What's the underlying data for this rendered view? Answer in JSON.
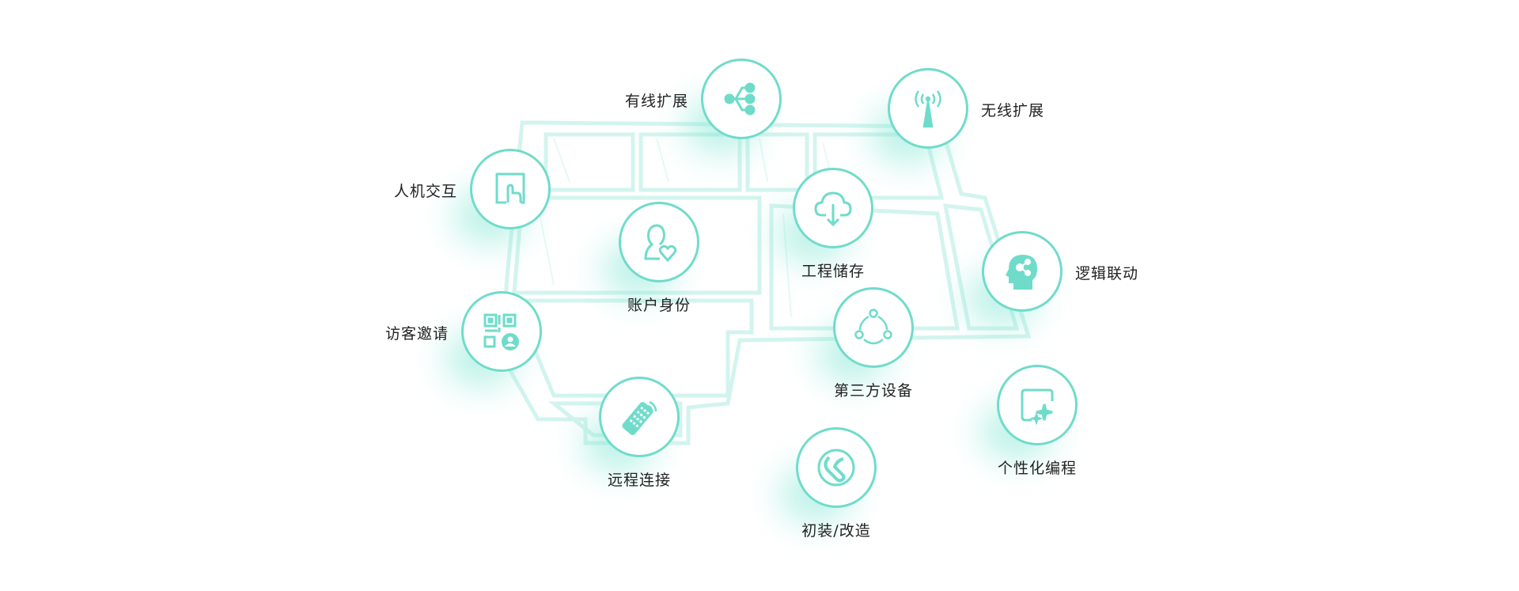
{
  "accent_color": "#6fdcca",
  "features": [
    {
      "id": "wired",
      "label": "有线扩展",
      "icon": "share-nodes-icon"
    },
    {
      "id": "wireless",
      "label": "无线扩展",
      "icon": "antenna-icon"
    },
    {
      "id": "hmi",
      "label": "人机交互",
      "icon": "touch-screen-icon"
    },
    {
      "id": "storage",
      "label": "工程储存",
      "icon": "cloud-download-icon"
    },
    {
      "id": "account",
      "label": "账户身份",
      "icon": "user-heart-icon"
    },
    {
      "id": "logic",
      "label": "逻辑联动",
      "icon": "head-brain-icon"
    },
    {
      "id": "visitor",
      "label": "访客邀请",
      "icon": "qr-code-user-icon"
    },
    {
      "id": "thirdparty",
      "label": "第三方设备",
      "icon": "circle-nodes-icon"
    },
    {
      "id": "custom",
      "label": "个性化编程",
      "icon": "sparkle-frame-icon"
    },
    {
      "id": "remote",
      "label": "远程连接",
      "icon": "remote-control-icon"
    },
    {
      "id": "install",
      "label": "初装/改造",
      "icon": "wrench-circle-icon"
    }
  ]
}
